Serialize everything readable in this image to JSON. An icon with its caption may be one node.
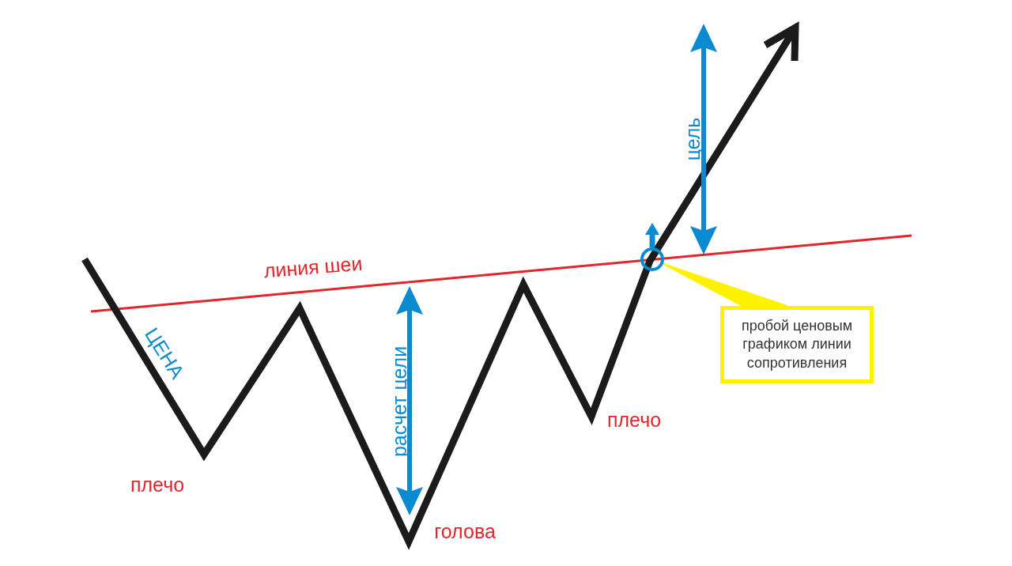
{
  "diagram": {
    "nodes": [
      {
        "text": [
          "пробой ценовым графиком линии сопротивления"
        ]
      },
      {
        "text": [],
        "shape": "circle"
      }
    ],
    "edges": [
      {
        "from": 0,
        "to": 1,
        "arrow": "none"
      }
    ],
    "labels": [
      "цель",
      "линия шеи",
      "ЦЕНА",
      "расчет цели",
      "плечо",
      "плечо",
      "голова"
    ]
  }
}
